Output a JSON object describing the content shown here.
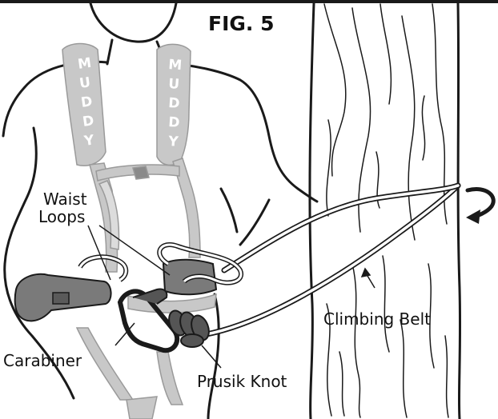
{
  "figure": {
    "title": "FIG. 5",
    "strap_brand_letters": [
      "M",
      "U",
      "D",
      "D",
      "Y"
    ],
    "labels": {
      "waist_loops": [
        "Waist",
        "Loops"
      ],
      "carabiner": "Carabiner",
      "prusik_knot": "Prusik Knot",
      "climbing_belt": "Climbing Belt"
    }
  },
  "colors": {
    "line": "#1a1a1a",
    "strap_gray": "#c8c8c8",
    "strap_edge": "#9a9a9a",
    "buckle_gray": "#7a7a7a",
    "knot_gray": "#555555",
    "background": "#ffffff"
  },
  "icons": [
    "rotation-arrow-icon"
  ]
}
